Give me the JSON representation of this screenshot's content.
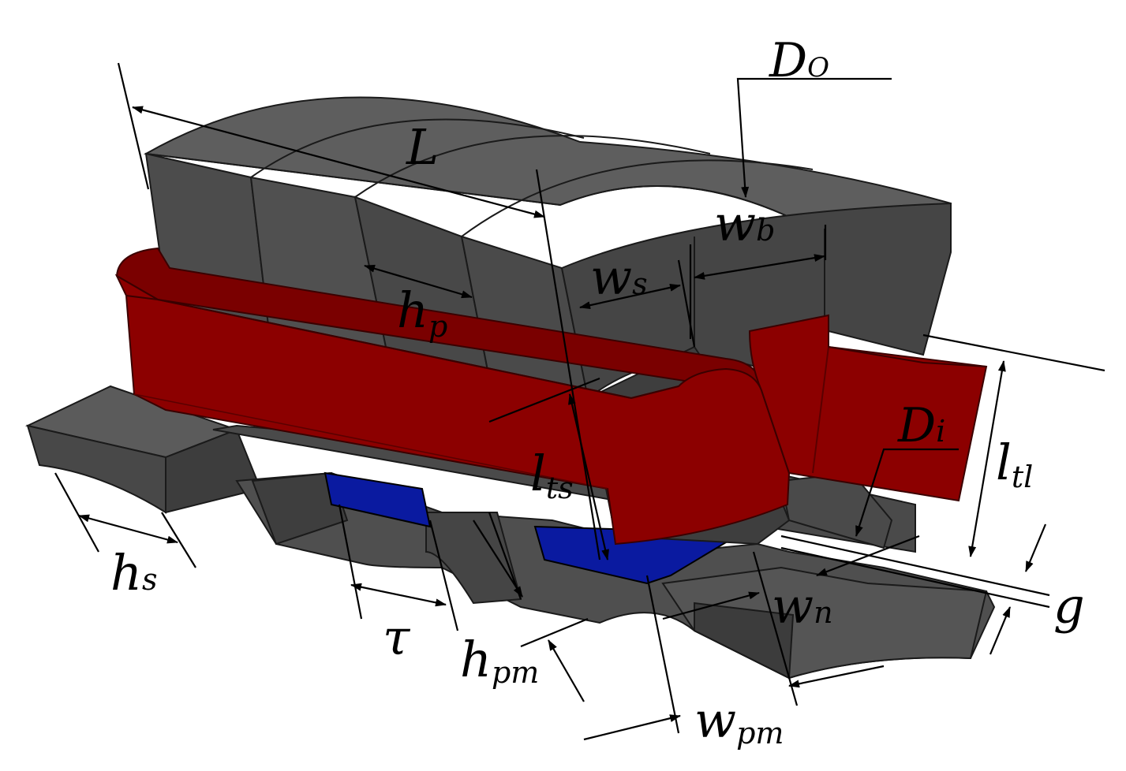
{
  "labels": {
    "L": "L",
    "Do_main": "D",
    "Do_sub": "O",
    "wb_main": "w",
    "wb_sub": "b",
    "ws_main": "w",
    "ws_sub": "s",
    "hp_main": "h",
    "hp_sub": "p",
    "Di_main": "D",
    "Di_sub": "i",
    "lts_main": "l",
    "lts_sub": "ts",
    "ltl_main": "l",
    "ltl_sub": "tl",
    "hs_main": "h",
    "hs_sub": "s",
    "tau": "τ",
    "hpm_main": "h",
    "hpm_sub": "pm",
    "wn_main": "w",
    "wn_sub": "n",
    "g": "g",
    "wpm_main": "w",
    "wpm_sub": "pm"
  },
  "colors": {
    "steel_top": "#5b5b5b",
    "steel_side": "#484848",
    "steel_dark": "#3a3a3a",
    "coil": "#8c0000",
    "coil_dark": "#6a0000",
    "magnet": "#0a1aa0",
    "line": "#000000"
  }
}
